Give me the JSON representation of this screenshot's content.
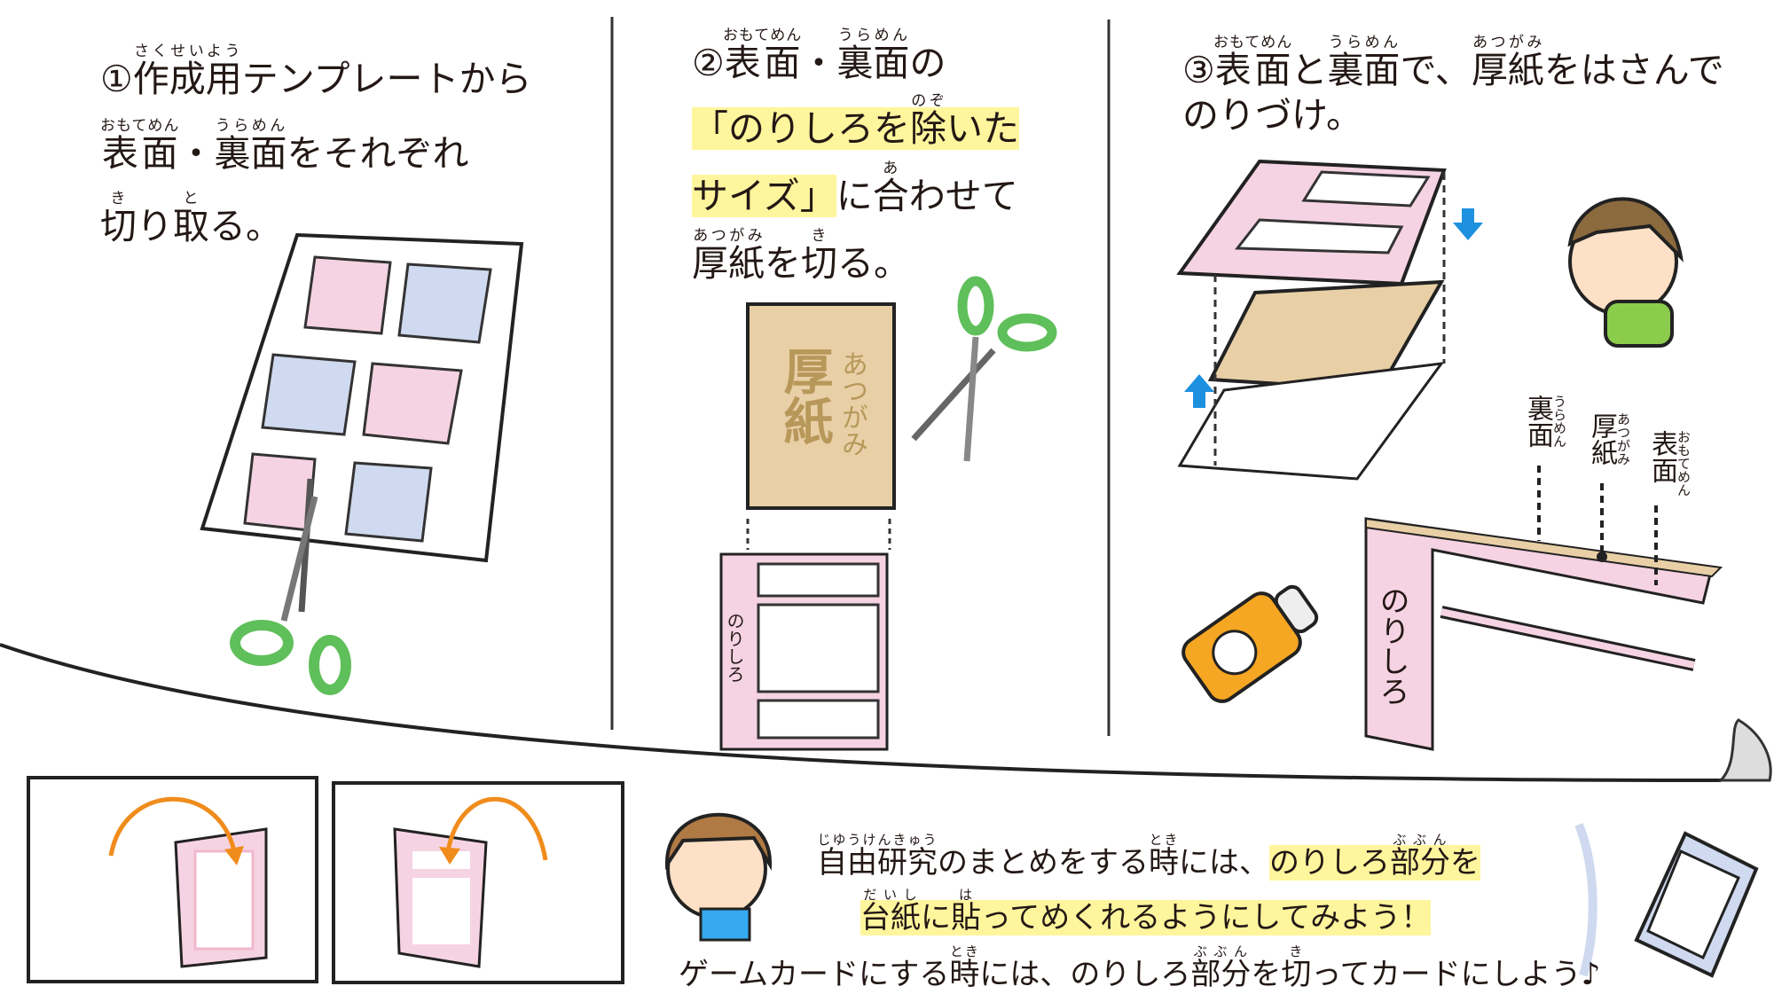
{
  "panel1": {
    "lines": [
      [
        {
          "t": "①"
        },
        {
          "t": "作成用",
          "r": "さくせいよう"
        },
        {
          "t": "テンプレートから"
        }
      ],
      [
        {
          "t": "表面",
          "r": "おもてめん"
        },
        {
          "t": "・"
        },
        {
          "t": "裏面",
          "r": "うらめん"
        },
        {
          "t": "をそれぞれ"
        }
      ],
      [
        {
          "t": "切",
          "r": "き"
        },
        {
          "t": "り"
        },
        {
          "t": "取",
          "r": "と"
        },
        {
          "t": "る。"
        }
      ]
    ]
  },
  "panel2": {
    "lines": [
      [
        {
          "t": "②"
        },
        {
          "t": "表面",
          "r": "おもてめん"
        },
        {
          "t": "・"
        },
        {
          "t": "裏面",
          "r": "うらめん"
        },
        {
          "t": "の"
        }
      ],
      [
        {
          "t": "「のりしろを",
          "hl": true
        },
        {
          "t": "除",
          "r": "のぞ",
          "hl": true
        },
        {
          "t": "いた",
          "hl": true
        }
      ],
      [
        {
          "t": "サイズ」",
          "hl": true
        },
        {
          "t": "に"
        },
        {
          "t": "合",
          "r": "あ"
        },
        {
          "t": "わせて"
        }
      ],
      [
        {
          "t": "厚紙",
          "r": "あつがみ"
        },
        {
          "t": "を"
        },
        {
          "t": "切",
          "r": "き"
        },
        {
          "t": "る。"
        }
      ]
    ],
    "cardboard_label": "厚紙",
    "cardboard_ruby": "あつがみ",
    "norishiro_label": "のりしろ"
  },
  "panel3": {
    "lines": [
      [
        {
          "t": "③"
        },
        {
          "t": "表面",
          "r": "おもてめん"
        },
        {
          "t": "と"
        },
        {
          "t": "裏面",
          "r": "うらめん"
        },
        {
          "t": "で、"
        },
        {
          "t": "厚紙",
          "r": "あつがみ"
        },
        {
          "t": "をはさんで"
        }
      ],
      [
        {
          "t": "のりづけ。"
        }
      ]
    ],
    "layer_labels": [
      {
        "label": "裏面",
        "ruby": "うらめん"
      },
      {
        "label": "厚紙",
        "ruby": "あつがみ"
      },
      {
        "label": "表面",
        "ruby": "おもてめん"
      }
    ],
    "norishiro_label": "のりしろ"
  },
  "bottom": {
    "lines": [
      [
        {
          "t": "自由研究",
          "r": "じゆうけんきゅう"
        },
        {
          "t": "のまとめをする"
        },
        {
          "t": "時",
          "r": "とき"
        },
        {
          "t": "には、"
        },
        {
          "t": "のりしろ",
          "hl": true
        },
        {
          "t": "部分",
          "r": "ぶぶん",
          "hl": true
        },
        {
          "t": "を",
          "hl": true
        }
      ],
      [
        {
          "t": "台紙",
          "r": "だいし",
          "hl": true
        },
        {
          "t": "に",
          "hl": true
        },
        {
          "t": "貼",
          "r": "は",
          "hl": true
        },
        {
          "t": "ってめくれるようにしてみよう！",
          "hl": true
        }
      ],
      [
        {
          "t": "ゲームカードにする"
        },
        {
          "t": "時",
          "r": "とき"
        },
        {
          "t": "には、のりしろ"
        },
        {
          "t": "部分",
          "r": "ぶぶん"
        },
        {
          "t": "を"
        },
        {
          "t": "切",
          "r": "き"
        },
        {
          "t": "ってカードにしよう♪"
        }
      ]
    ]
  },
  "colors": {
    "pink": "#f6d3e2",
    "blue": "#cfd9ef",
    "cardboard": "#e8cfa6",
    "cardboard_text": "#b8985a",
    "highlight": "#fff59d",
    "scissors": "#7ed37a",
    "arrow_orange": "#f08c1c",
    "arrow_blue": "#1e90e0",
    "glue": "#f5a623"
  }
}
